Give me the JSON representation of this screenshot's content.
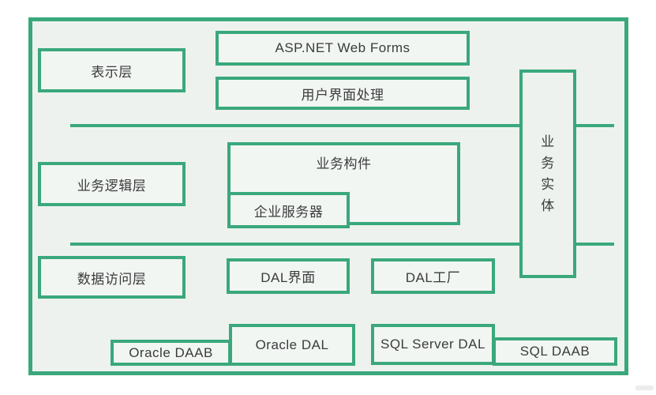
{
  "diagram": {
    "title_none": "",
    "colors": {
      "accent": "#3aa87c",
      "canvas_background": "#edf2ee",
      "box_fill": "#f2f6f3",
      "text": "#3b3b3b"
    },
    "boxes": {
      "presentation_layer": "表示层",
      "aspnet_web_forms": "ASP.NET Web Forms",
      "ui_processing": "用户界面处理",
      "business_logic_layer": "业务逻辑层",
      "business_component": "业务构件",
      "enterprise_server": "企业服务器",
      "business_entity": "业务实体",
      "data_access_layer": "数据访问层",
      "dal_interface": "DAL界面",
      "dal_factory": "DAL工厂",
      "oracle_daab": "Oracle DAAB",
      "oracle_dal": "Oracle DAL",
      "sql_server_dal": "SQL Server DAL",
      "sql_daab": "SQL DAAB"
    }
  }
}
